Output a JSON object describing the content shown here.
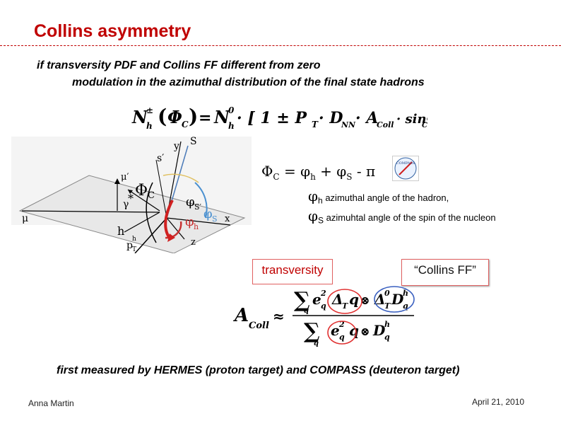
{
  "title": "Collins asymmetry",
  "intro_line1": "if transversity PDF and Collins FF different from zero",
  "intro_line2": "modulation in the azimuthal distribution of the final state hadrons",
  "formula_modulation": {
    "lhs": "N",
    "sup": "±",
    "sub": "h",
    "arg": "Φ",
    "arg_sub": "C",
    "eq": "=",
    "rhs": "N",
    "rhs_sup": "0",
    "rhs_sub": "h",
    "body": "· [ 1 ± P",
    "p_sub": "T",
    "dot1": "· D",
    "dnn_sub": "NN",
    "dot2": "· A",
    "acoll_sub": "Coll",
    "dot3": "· sinΦ",
    "sin_sub": "C"
  },
  "phi_relation": {
    "lhs": "Φ",
    "lhs_sub": "C",
    "rhs": "= φ",
    "h_sub": "h",
    "plus": "+ φ",
    "s_sub": "S",
    "tail": "- π"
  },
  "definitions": [
    {
      "sym": "φ",
      "sub": "h",
      "text": "azimuthal angle of the hadron,"
    },
    {
      "sym": "φ",
      "sub": "S",
      "text": "azimuhtal angle of the spin of the nucleon"
    }
  ],
  "diagram_labels": {
    "y": "y",
    "s": "S",
    "s_prime": "s′",
    "mu_prime": "μ′",
    "mu": "μ",
    "gamma": "γ",
    "star": "*",
    "phi_c": "Φ",
    "phi_c_sub": "C",
    "phi_s_prime": "φ",
    "phi_s_prime_sub": "S′",
    "phi_h": "φ",
    "phi_h_sub": "h",
    "phi_s": "φ",
    "phi_s_sub": "S",
    "h": "h",
    "pt": "p",
    "pt_sup": "h",
    "pt_sub": "T",
    "x": "x",
    "z": "z"
  },
  "compass_logo_text": "COMPASS",
  "box_transversity": "transversity",
  "box_collins": "“Collins FF”",
  "formula_acoll": {
    "lhs": "A",
    "lhs_sub": "Coll",
    "approx": "≈",
    "num_sum": "∑",
    "num_sum_sub": "q",
    "num_e": "e",
    "num_e_sup": "2",
    "num_e_sub": "q",
    "num_delta": "Δ",
    "num_delta_sub": "T",
    "num_q": "q",
    "otimes": "⊗",
    "num_delta2": "Δ",
    "num_delta2_sup": "0",
    "num_delta2_sub": "T",
    "num_d": "D",
    "num_d_sup": "h",
    "num_d_sub": "q",
    "den_sum": "∑",
    "den_sum_sub": "q",
    "den_e": "e",
    "den_e_sup": "2",
    "den_e_sub": "q",
    "den_q": "q",
    "den_otimes": "⊗",
    "den_d": "D",
    "den_d_sup": "h",
    "den_d_sub": "q"
  },
  "bottom_note": "first measured by HERMES (proton target) and COMPASS (deuteron target)",
  "author": "Anna Martin",
  "date": "April 21, 2010",
  "colors": {
    "title": "#c00000",
    "highlight": "#e03030",
    "phi_s_arc": "#4a90d0",
    "phi_h_arc": "#c83030"
  }
}
